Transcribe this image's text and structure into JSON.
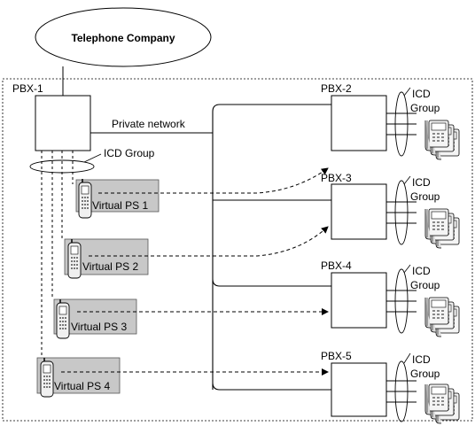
{
  "telephone_company": "Telephone Company",
  "main_pbx": "PBX-1",
  "private_network": "Private network",
  "icd_group_label": "ICD Group",
  "virtual_ps": [
    "Virtual PS 1",
    "Virtual PS 2",
    "Virtual PS 3",
    "Virtual PS 4"
  ],
  "remote_pbx": [
    "PBX-2",
    "PBX-3",
    "PBX-4",
    "PBX-5"
  ],
  "icd": "ICD",
  "group": "Group",
  "colors": {
    "box_fill": "#c8c8c8",
    "line": "#000000"
  }
}
